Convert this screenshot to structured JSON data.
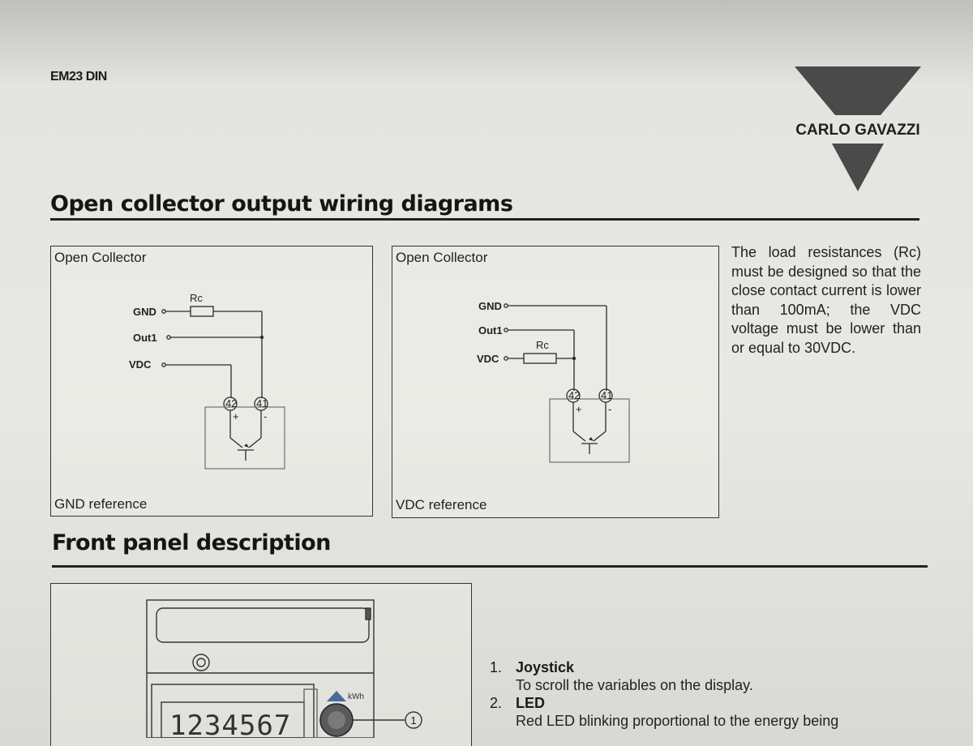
{
  "header": {
    "doc_code": "EM23 DIN",
    "brand": "CARLO GAVAZZI"
  },
  "wiring_section": {
    "title": "Open collector output wiring diagrams",
    "diagram_gnd": {
      "heading": "Open Collector",
      "footer": "GND reference",
      "labels": {
        "gnd": "GND",
        "out": "Out1",
        "vdc": "VDC",
        "resistor": "Rc",
        "term42": "42",
        "term41": "41",
        "plus": "+",
        "minus": "-"
      }
    },
    "diagram_vdc": {
      "heading": "Open Collector",
      "footer": "VDC reference",
      "labels": {
        "gnd": "GND",
        "out": "Out1",
        "vdc": "VDC",
        "resistor": "Rc",
        "term42": "42",
        "term41": "41",
        "plus": "+",
        "minus": "-"
      }
    },
    "note": "The load resistances (Rc) must be designed so that the close contact current is lower than 100mA; the VDC voltage must be lower than or equal to 30VDC."
  },
  "front_panel_section": {
    "title": "Front panel description",
    "display_digits": "1234567",
    "unit_label": "kWh",
    "callout": "1",
    "items": [
      {
        "num": "1.",
        "title": "Joystick",
        "desc": "To scroll the variables on the display."
      },
      {
        "num": "2.",
        "title": "LED",
        "desc": "Red LED blinking proportional to the energy being"
      }
    ]
  },
  "colors": {
    "ink": "#1a1a1a",
    "logo_grey": "#4a4a4a",
    "wire": "#2a2a2a",
    "paper": "#e6e6e2"
  }
}
